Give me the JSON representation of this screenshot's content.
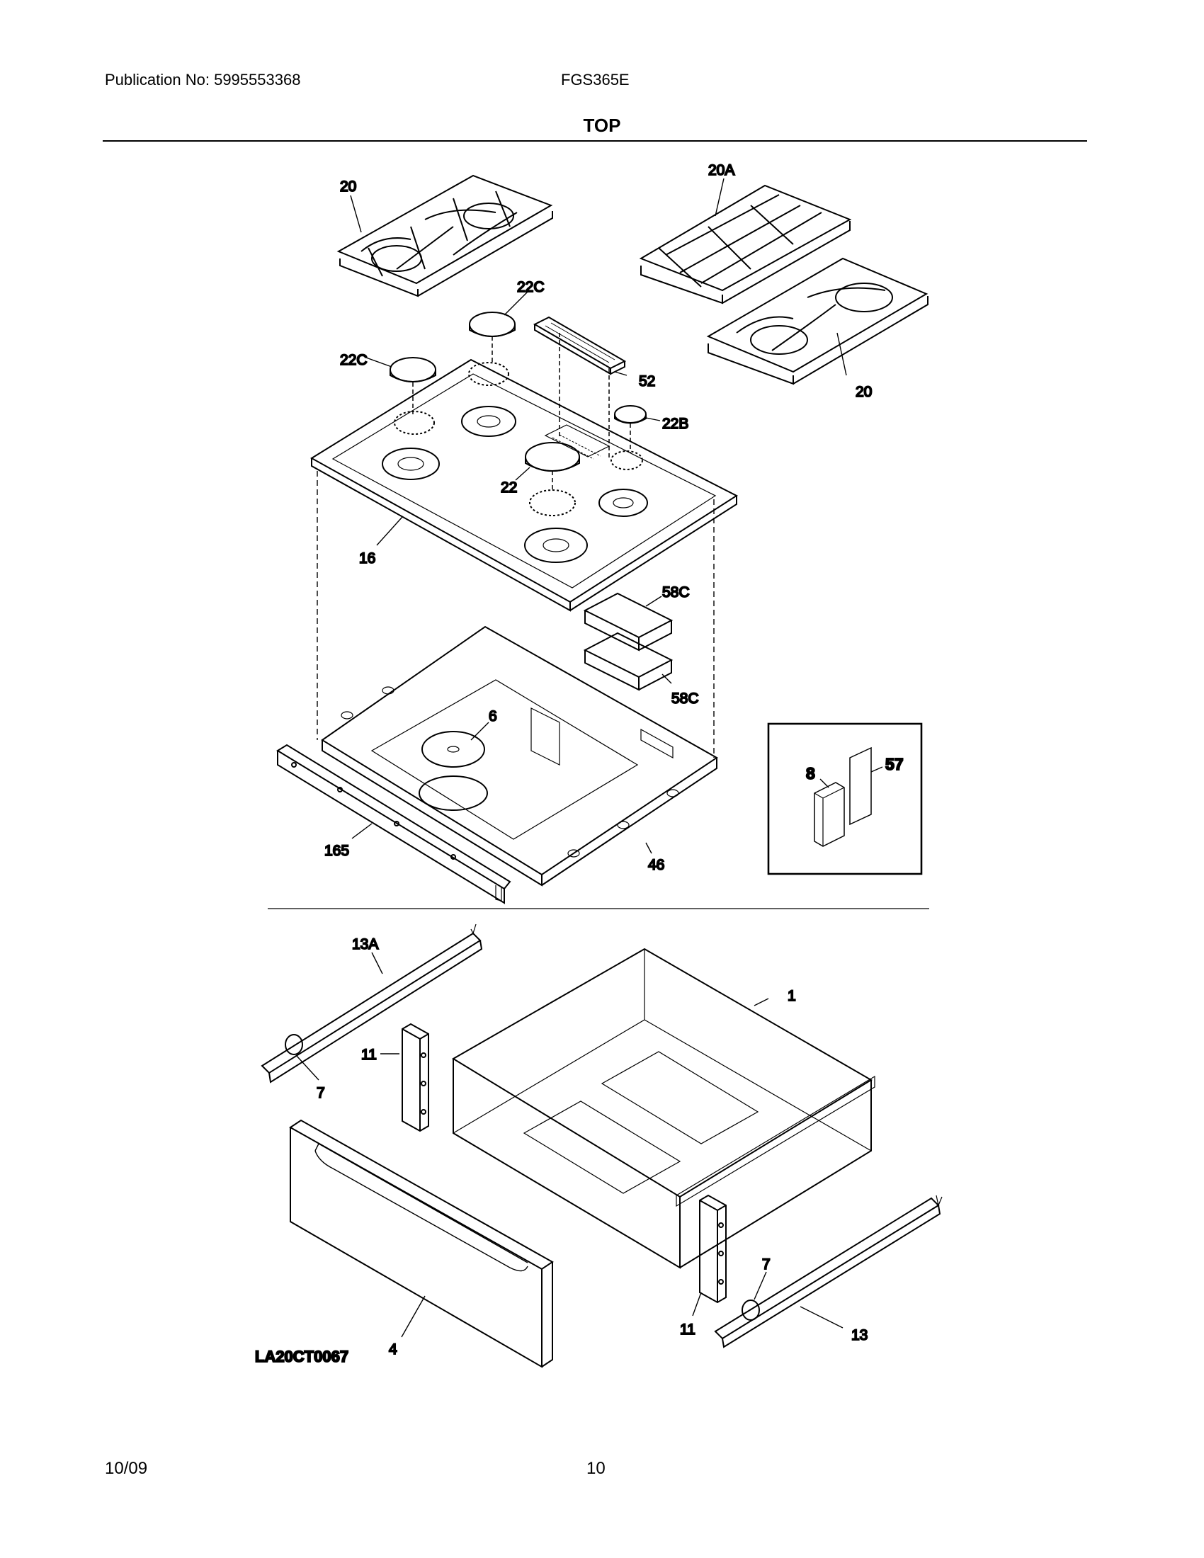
{
  "header": {
    "publication": "Publication No: 5995553368",
    "model": "FGS365E"
  },
  "section_title": "TOP",
  "diagram_id": "LA20CT0067",
  "callouts": {
    "grate_left": "20",
    "grate_right_a": "20A",
    "grate_right_b": "20",
    "cap_22c_top": "22C",
    "cap_22c_left": "22C",
    "vent_trim": "52",
    "cap_22b": "22B",
    "cap_22": "22",
    "cooktop": "16",
    "insulation_top": "58C",
    "insulation_bottom": "58C",
    "burner_box": "46",
    "bracket": "165",
    "heat_shield": "6",
    "igniter_switch": "8",
    "switch_bracket": "57",
    "drawer_slide_left": "13A",
    "roller_left": "7",
    "drawer_support_left": "11",
    "drawer_body": "1",
    "drawer_front": "4",
    "drawer_support_right": "11",
    "roller_right": "7",
    "drawer_slide_right": "13"
  },
  "footer": {
    "date": "10/09",
    "page": "10"
  }
}
